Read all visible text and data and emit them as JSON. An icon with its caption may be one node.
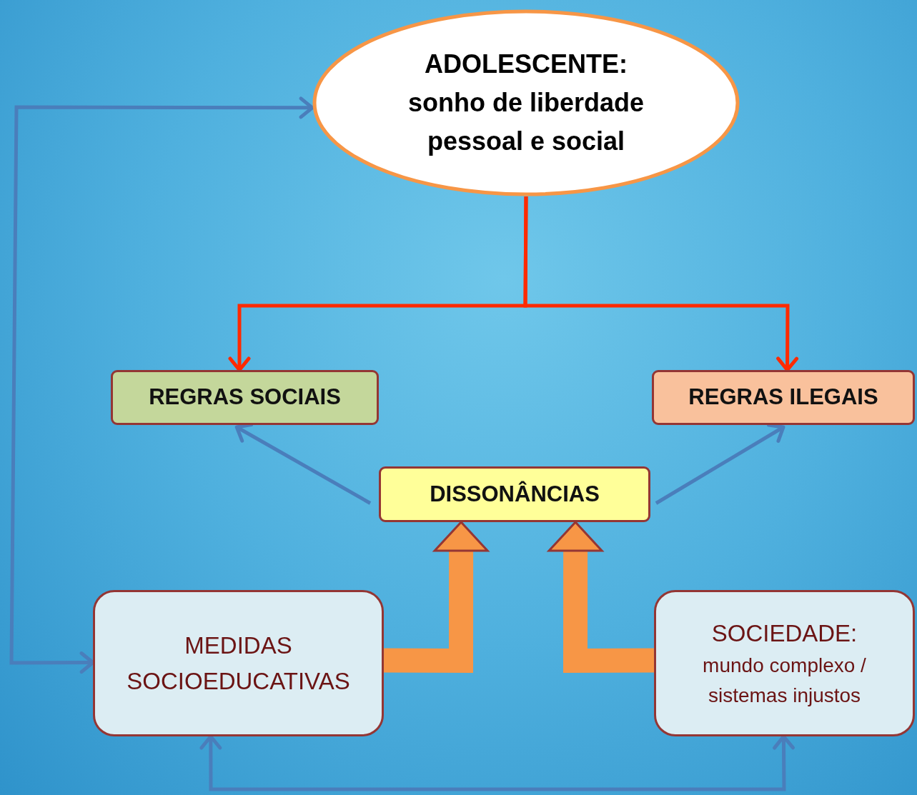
{
  "diagram": {
    "nodes": [
      {
        "text": [
          "ADOLESCENTE:",
          "sonho de liberdade pessoal e social"
        ]
      },
      {
        "text": [
          "REGRAS SOCIAIS"
        ]
      },
      {
        "text": [
          "REGRAS ILEGAIS"
        ]
      },
      {
        "text": [
          "DISSONÂNCIAS"
        ]
      },
      {
        "text": [
          "MEDIDAS SOCIOEDUCATIVAS"
        ]
      },
      {
        "text": [
          "SOCIEDADE:",
          "mundo complexo / sistemas injustos"
        ]
      }
    ],
    "edges": [
      {
        "from": 0,
        "to": 1,
        "arrow": "to",
        "color": "#ff2a00"
      },
      {
        "from": 0,
        "to": 2,
        "arrow": "to",
        "color": "#ff2a00"
      },
      {
        "from": 3,
        "to": 1,
        "arrow": "to"
      },
      {
        "from": 3,
        "to": 2,
        "arrow": "to"
      },
      {
        "from": 4,
        "to": 3,
        "arrow": "to",
        "style": "thick",
        "color": "#f79646"
      },
      {
        "from": 5,
        "to": 3,
        "arrow": "to",
        "style": "thick",
        "color": "#f79646"
      },
      {
        "from": 4,
        "to": 0,
        "arrow": "both"
      },
      {
        "from": 4,
        "to": 5,
        "arrow": "both"
      }
    ]
  }
}
